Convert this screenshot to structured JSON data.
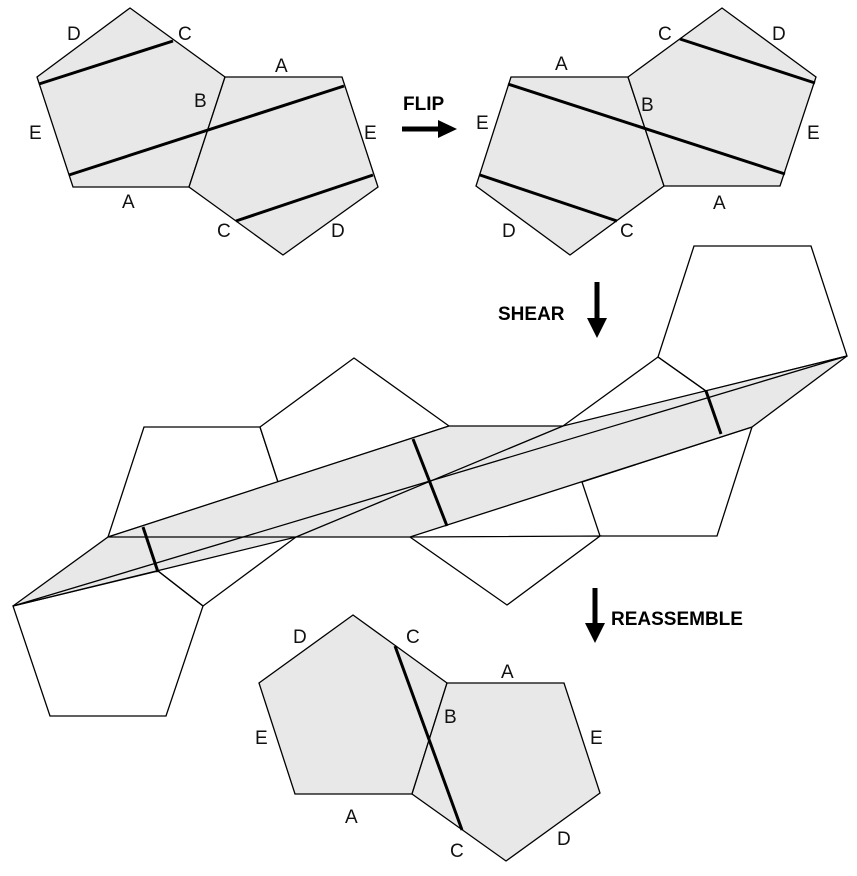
{
  "figure": {
    "fill_color": "#e8e8e8",
    "stroke_color": "#000000",
    "steps": [
      {
        "label": "FLIP",
        "arrow": "right-arrow"
      },
      {
        "label": "SHEAR",
        "arrow": "down-arrow"
      },
      {
        "label": "REASSEMBLE",
        "arrow": "down-arrow"
      }
    ],
    "panels": {
      "original": {
        "edge_labels": [
          "D",
          "C",
          "A",
          "B",
          "E",
          "E",
          "A",
          "C",
          "D"
        ]
      },
      "flipped": {
        "edge_labels": [
          "C",
          "D",
          "A",
          "B",
          "E",
          "E",
          "D",
          "C",
          "A"
        ]
      },
      "sheared": {
        "edge_labels": []
      },
      "reassembled": {
        "edge_labels": [
          "D",
          "C",
          "A",
          "B",
          "E",
          "E",
          "A",
          "C",
          "D"
        ]
      }
    }
  }
}
